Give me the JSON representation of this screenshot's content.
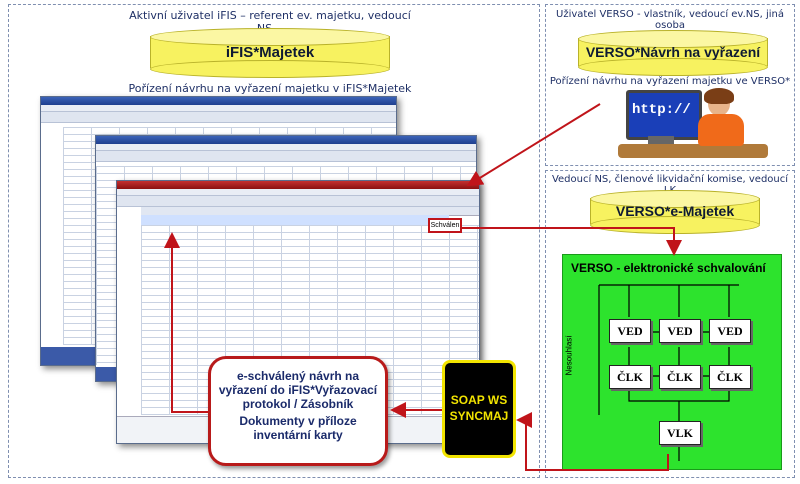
{
  "left_panel": {
    "header": "Aktivní uživatel iFIS – referent ev. majetku, vedoucí NS…",
    "db_label": "iFIS*Majetek",
    "caption": "Pořízení návrhu na vyřazení majetku v iFIS*Majetek"
  },
  "right_top": {
    "header": "Uživatel VERSO - vlastník, vedoucí ev.NS, jiná osoba",
    "db_label": "VERSO*Návrh na vyřazení",
    "caption": "Pořízení návrhu na vyřazení majetku ve VERSO*",
    "http_text": "http://"
  },
  "right_bottom": {
    "header": "Vedoucí NS, členové likvidační komise, vedoucí LK",
    "db_label": "VERSO*e-Majetek",
    "flow_title": "VERSO - elektronické schvalování",
    "flow_side": "Nesouhlasí",
    "ved": [
      "VED",
      "VED",
      "VED"
    ],
    "clk": [
      "ČLK",
      "ČLK",
      "ČLK"
    ],
    "vlk": "VLK"
  },
  "screens": {
    "front_field": "Schválen"
  },
  "callout": {
    "lines": [
      "e-schválený návrh na",
      "vyřazení do iFIS*Vyřazovací",
      "protokol / Zásobník",
      "Dokumenty v příloze",
      "inventární karty"
    ]
  },
  "soap": {
    "line1": "SOAP WS",
    "line2": "SYNCMAJ"
  },
  "colors": {
    "arrow": "#c0141a",
    "db_fill": "#f7f260",
    "flow_fill": "#2de32d"
  }
}
